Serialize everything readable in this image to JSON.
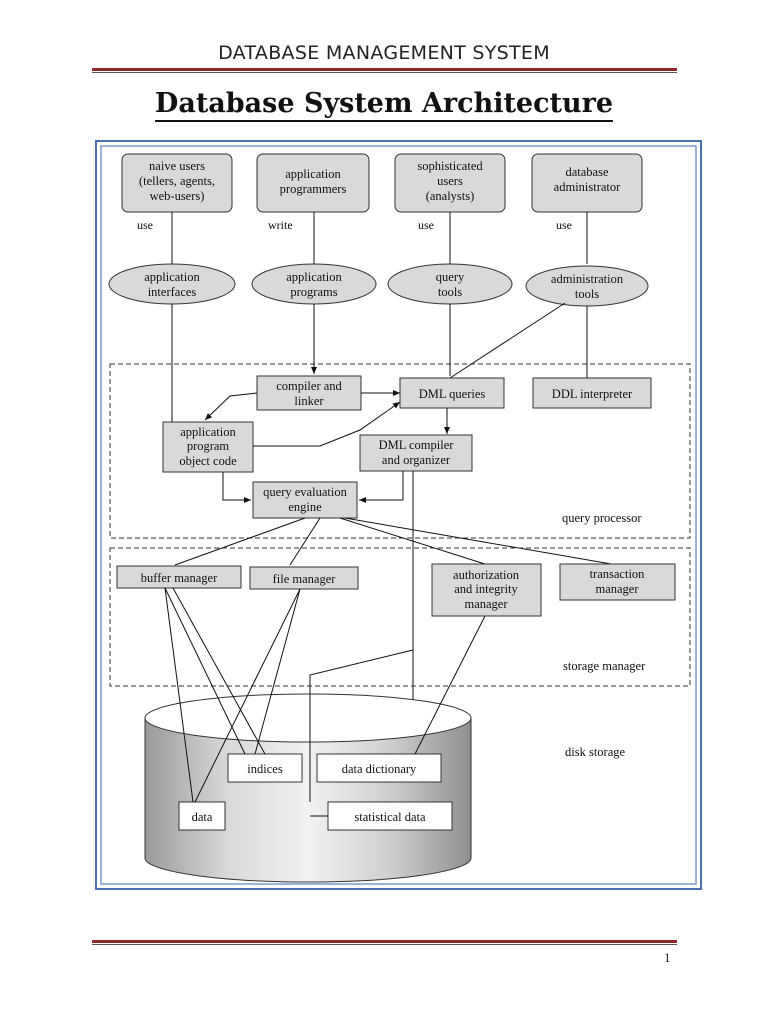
{
  "header": {
    "running_title": "DATABASE MANAGEMENT SYSTEM",
    "page_title": "Database System Architecture"
  },
  "diagram": {
    "users": [
      {
        "lines": [
          "naive users",
          "(tellers, agents,",
          "web-users)"
        ],
        "action": "use"
      },
      {
        "lines": [
          "application",
          "programmers"
        ],
        "action": "write"
      },
      {
        "lines": [
          "sophisticated",
          "users",
          "(analysts)"
        ],
        "action": "use"
      },
      {
        "lines": [
          "database",
          "administrator"
        ],
        "action": "use"
      }
    ],
    "tools": [
      {
        "lines": [
          "application",
          "interfaces"
        ]
      },
      {
        "lines": [
          "application",
          "programs"
        ]
      },
      {
        "lines": [
          "query",
          "tools"
        ]
      },
      {
        "lines": [
          "administration",
          "tools"
        ]
      }
    ],
    "query_processor": {
      "label": "query processor",
      "compiler_linker": [
        "compiler and",
        "linker"
      ],
      "dml_queries": "DML queries",
      "ddl_interpreter": "DDL interpreter",
      "app_object_code": [
        "application",
        "program",
        "object code"
      ],
      "dml_compiler": [
        "DML compiler",
        "and organizer"
      ],
      "query_eval_engine": [
        "query evaluation",
        "engine"
      ]
    },
    "storage_manager": {
      "label": "storage manager",
      "buffer_manager": "buffer manager",
      "file_manager": "file manager",
      "auth_integrity": [
        "authorization",
        "and integrity",
        "manager"
      ],
      "transaction_manager": [
        "transaction",
        "manager"
      ]
    },
    "disk_storage": {
      "label": "disk storage",
      "indices": "indices",
      "data_dictionary": "data dictionary",
      "data": "data",
      "statistical_data": "statistical data"
    }
  },
  "footer": {
    "page_number": "1"
  }
}
